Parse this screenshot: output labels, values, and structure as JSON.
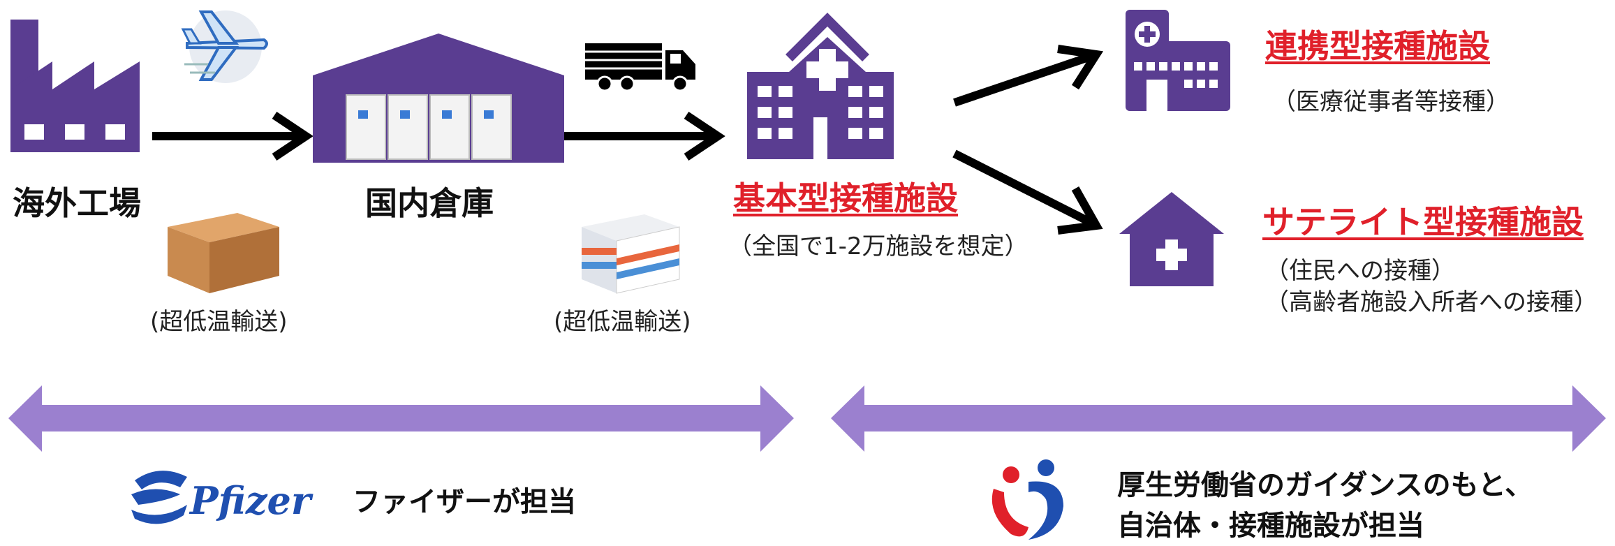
{
  "colors": {
    "purple": "#5a3d91",
    "light_purple": "#9b80cf",
    "red": "#e0202a",
    "blue": "#1f4fb0"
  },
  "nodes": {
    "factory": {
      "label": "海外工場",
      "icon": "factory-icon"
    },
    "plane": {
      "icon": "airplane-icon"
    },
    "box1": {
      "icon": "cardboard-box-icon",
      "note": "(超低温輸送)"
    },
    "warehouse": {
      "label": "国内倉庫",
      "icon": "warehouse-freezers-icon"
    },
    "truck": {
      "icon": "truck-icon"
    },
    "box2": {
      "icon": "cooler-box-icon",
      "note": "(超低温輸送)"
    },
    "basic_facility": {
      "label": "基本型接種施設",
      "note": "（全国で1-2万施設を想定）",
      "icon": "hospital-icon"
    },
    "linked_facility": {
      "label": "連携型接種施設",
      "note": "（医療従事者等接種）",
      "icon": "clinic-building-icon"
    },
    "satellite_facility": {
      "label": "サテライト型接種施設",
      "note1": "（住民への接種）",
      "note2": "（高齢者施設入所者への接種）",
      "icon": "medical-house-icon"
    }
  },
  "responsibility": {
    "left": {
      "text": "ファイザーが担当",
      "logo_text": "Pfizer",
      "logo_icon": "pfizer-logo"
    },
    "right": {
      "line1": "厚生労働省のガイダンスのもと、",
      "line2": "自治体・接種施設が担当",
      "logo_icon": "mhlw-logo"
    }
  }
}
